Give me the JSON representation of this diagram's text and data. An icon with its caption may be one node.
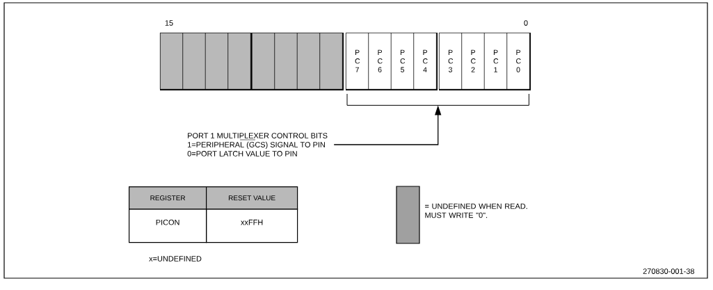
{
  "diagram": {
    "nodes": [
      {
        "text": [],
        "shape": "box"
      },
      {
        "text": [],
        "shape": "box",
        "in": 0
      },
      {
        "text": [],
        "shape": "box",
        "in": 0
      },
      {
        "text": [],
        "shape": "box",
        "in": 0
      },
      {
        "text": [],
        "shape": "box",
        "in": 0
      },
      {
        "text": [],
        "shape": "box"
      },
      {
        "text": [],
        "shape": "box",
        "in": 5
      },
      {
        "text": [],
        "shape": "box",
        "in": 5
      },
      {
        "text": [],
        "shape": "box",
        "in": 5
      },
      {
        "text": [],
        "shape": "box",
        "in": 5
      },
      {
        "text": [],
        "shape": "box"
      },
      {
        "text": [
          "P C 7"
        ],
        "in": 10
      },
      {
        "text": [
          "P C 6"
        ],
        "in": 10
      },
      {
        "text": [
          "P C 5"
        ],
        "in": 10
      },
      {
        "text": [
          "P C 4"
        ],
        "in": 10
      },
      {
        "text": [],
        "shape": "box"
      },
      {
        "text": [
          "P C 3"
        ],
        "in": 15
      },
      {
        "text": [
          "P C 2"
        ],
        "in": 15
      },
      {
        "text": [
          "P C 1"
        ],
        "in": 15
      },
      {
        "text": [
          "P C 0"
        ],
        "in": 15
      },
      {
        "text": [
          "PORT 1 MULTIPLEXER CONTROL BITS",
          "1=PERIPHERAL (GCS) SIGNAL TO PIN",
          "0=PORT LATCH VALUE TO PIN"
        ]
      },
      {
        "text": [],
        "shape": "bracket"
      }
    ],
    "edges": [
      {
        "from": 20,
        "to": 21,
        "arrow": "to"
      }
    ],
    "labels": [
      "15",
      "0",
      "REGISTER",
      "RESET VALUE",
      "PICON",
      "xxFFH",
      "x=UNDEFINED",
      "270830-001-38"
    ],
    "legend": [
      {
        "text": "= UNDEFINED WHEN READ. MUST WRITE \"0\".",
        "color": "#a0a0a0"
      }
    ]
  }
}
